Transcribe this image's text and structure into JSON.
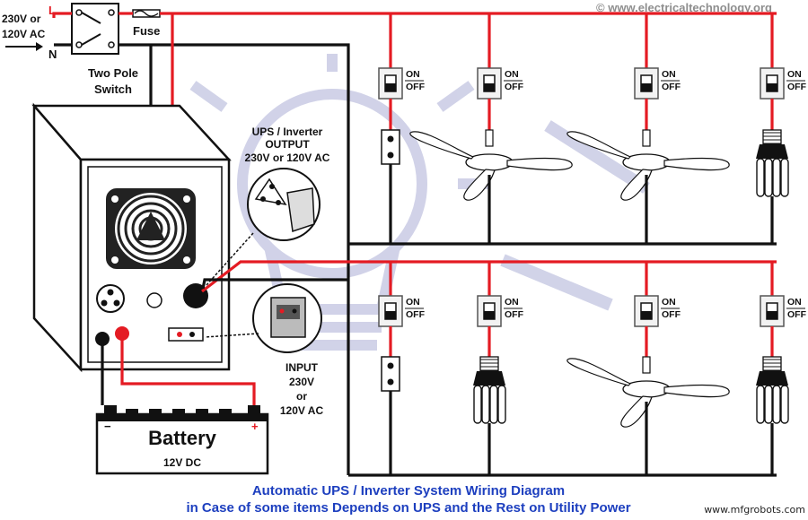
{
  "diagram": {
    "watermark": "© www.electricaltechnology.org",
    "footer_watermark": "www.mfgrobots.com",
    "title_line1": "Automatic UPS / Inverter System Wiring Diagram",
    "title_line2": "in Case of  some items Depends on UPS and the Rest on Utility Power",
    "supply": {
      "line1": "230V or",
      "line2": "120V AC",
      "live": "L",
      "neutral": "N"
    },
    "fuse_label": "Fuse",
    "switch_label": {
      "line1": "Two Pole",
      "line2": "Switch"
    },
    "ups_output": {
      "line1": "UPS / Inverter",
      "line2": "OUTPUT",
      "line3": "230V or 120V AC"
    },
    "input_label": {
      "line1": "INPUT",
      "line2": "230V",
      "line3": "or",
      "line4": "120V AC"
    },
    "battery": {
      "label": "Battery",
      "voltage": "12V DC",
      "neg": "−",
      "pos": "+"
    },
    "switch_on": "ON",
    "switch_off": "OFF",
    "colors": {
      "live_wire": "#e41b23",
      "neutral_wire": "#111111",
      "title": "#1d3fbf",
      "bulb_watermark": "#c7c9e3"
    },
    "top_row": [
      "socket",
      "fan",
      "fan",
      "cfl-bulb"
    ],
    "bottom_row": [
      "socket",
      "cfl-bulb",
      "fan",
      "cfl-bulb"
    ]
  }
}
